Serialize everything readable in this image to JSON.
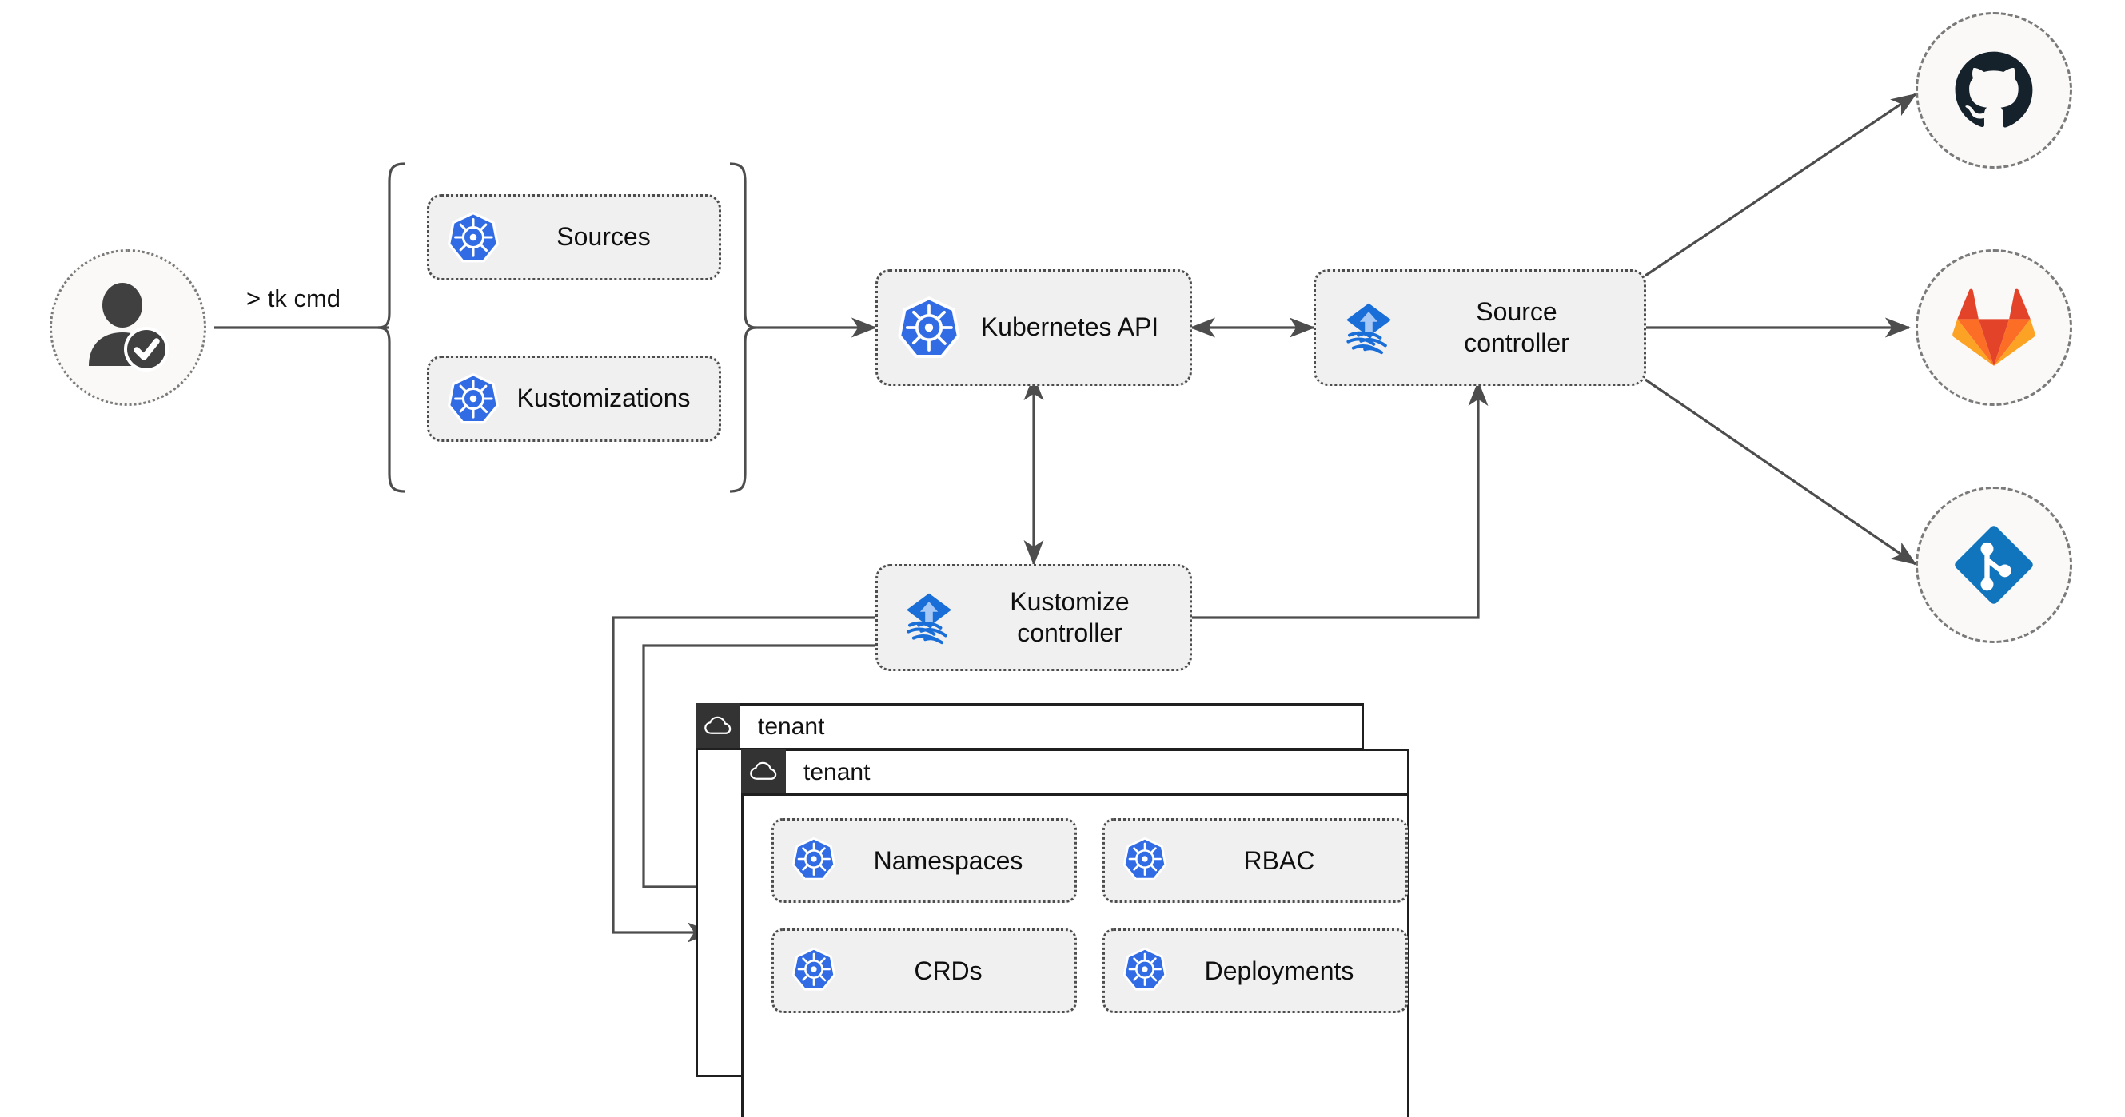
{
  "diagram": {
    "title": "Flux multi-tenancy GitOps architecture",
    "actor": {
      "icon": "user-verified-icon",
      "name": "operator"
    },
    "command_label": "> tk cmd",
    "custom_resources": {
      "brace": "left-curly-brace",
      "items": [
        {
          "label": "Sources",
          "icon": "kubernetes-icon"
        },
        {
          "label": "Kustomizations",
          "icon": "kubernetes-icon"
        }
      ]
    },
    "cluster_nodes": [
      {
        "id": "kubernetes-api",
        "label": "Kubernetes API",
        "icon": "kubernetes-icon"
      },
      {
        "id": "source-controller",
        "label": "Source\ncontroller",
        "icon": "flux-icon"
      },
      {
        "id": "kustomize-controller",
        "label": "Kustomize\ncontroller",
        "icon": "flux-icon"
      }
    ],
    "git_providers": [
      {
        "id": "github",
        "label": "GitHub",
        "icon": "github-icon"
      },
      {
        "id": "gitlab",
        "label": "GitLab",
        "icon": "gitlab-icon"
      },
      {
        "id": "git",
        "label": "Git",
        "icon": "git-icon"
      }
    ],
    "tenants": [
      {
        "title": "tenant",
        "icon": "cloud-icon",
        "resources": []
      },
      {
        "title": "tenant",
        "icon": "cloud-icon",
        "resources": [
          {
            "label": "Namespaces",
            "icon": "kubernetes-icon"
          },
          {
            "label": "RBAC",
            "icon": "kubernetes-icon"
          },
          {
            "label": "CRDs",
            "icon": "kubernetes-icon"
          },
          {
            "label": "Deployments",
            "icon": "kubernetes-icon"
          }
        ]
      }
    ],
    "colors": {
      "kubernetes_blue": "#326ce5",
      "flux_blue": "#1a6ed8",
      "flux_arrow": "#a6c8f7",
      "github_dark": "#15222b",
      "gitlab_red": "#e24329",
      "gitlab_orange": "#fc6d26",
      "gitlab_amber": "#fca326",
      "git_blue": "#1175bd",
      "edge_gray": "#4d4d4d",
      "node_fill": "#f0f0f0",
      "circle_fill": "#faf9f7",
      "window_border": "#1f1f1f",
      "titlebar_icon_bg": "#333333"
    },
    "edges": [
      {
        "from": "operator",
        "to": "custom-resources-brace",
        "label": "> tk cmd",
        "arrow": "none"
      },
      {
        "from": "custom-resources-brace",
        "to": "kubernetes-api",
        "arrow": "end"
      },
      {
        "from": "kubernetes-api",
        "to": "source-controller",
        "arrow": "both"
      },
      {
        "from": "kubernetes-api",
        "to": "kustomize-controller",
        "arrow": "both"
      },
      {
        "from": "kustomize-controller",
        "to": "source-controller",
        "arrow": "end"
      },
      {
        "from": "source-controller",
        "to": "github",
        "arrow": "end"
      },
      {
        "from": "source-controller",
        "to": "gitlab",
        "arrow": "end"
      },
      {
        "from": "source-controller",
        "to": "git",
        "arrow": "end"
      },
      {
        "from": "kustomize-controller",
        "to": "tenant-back",
        "arrow": "end"
      },
      {
        "from": "kustomize-controller",
        "to": "tenant-front",
        "arrow": "end"
      }
    ]
  }
}
